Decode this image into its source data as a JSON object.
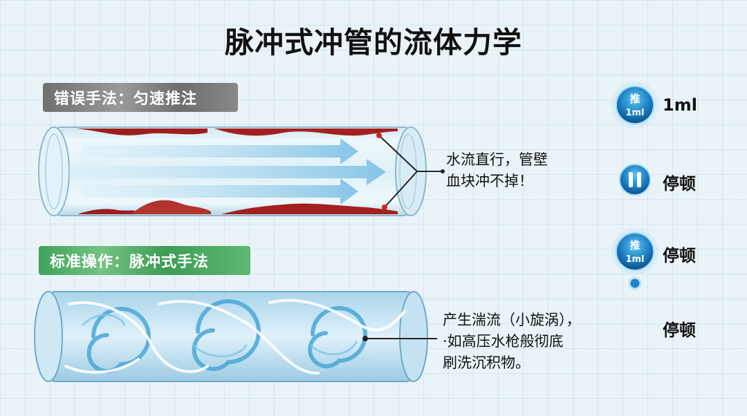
{
  "title": "脉冲式冲管的流体力学",
  "wrong": {
    "label": "错误手法：匀速推注",
    "note_lines": [
      "水流直行，管壁",
      "血块冲不掉！"
    ]
  },
  "correct": {
    "label": "标准操作：脉冲式手法",
    "note_lines": [
      "产生湍流（小旋涡），",
      "·如高压水枪般彻底",
      "刷洗沉积物。"
    ]
  },
  "timeline": [
    {
      "icon_text": [
        "推",
        "1ml"
      ],
      "label": "1ml"
    },
    {
      "icon_text": [
        "II"
      ],
      "label": "停顿"
    },
    {
      "icon_text": [
        "推",
        "1ml"
      ],
      "label": "停顿"
    },
    {
      "icon_text": [],
      "label": "停顿"
    }
  ]
}
